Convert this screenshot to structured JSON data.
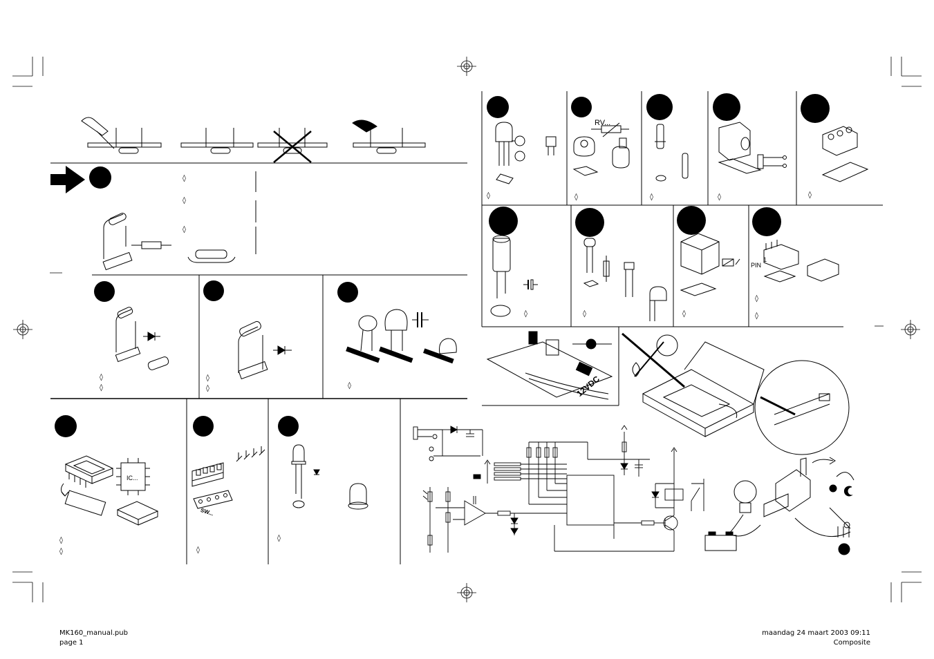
{
  "footer": {
    "file_name": "MK160_manual.pub",
    "page": "page 1",
    "datetime": "maandag 24 maart 2003 09:11",
    "mode": "Composite"
  },
  "labels": {
    "potentiometer": "RV...",
    "ic": "IC...",
    "pin": "PIN",
    "pin_number": "1",
    "supply": "12VDC",
    "dip_switch": "SW..."
  },
  "bullet": "◊",
  "icons": {
    "arrow": "arrow-right-icon",
    "registration": "registration-target-icon",
    "crop": "crop-mark-icon"
  }
}
